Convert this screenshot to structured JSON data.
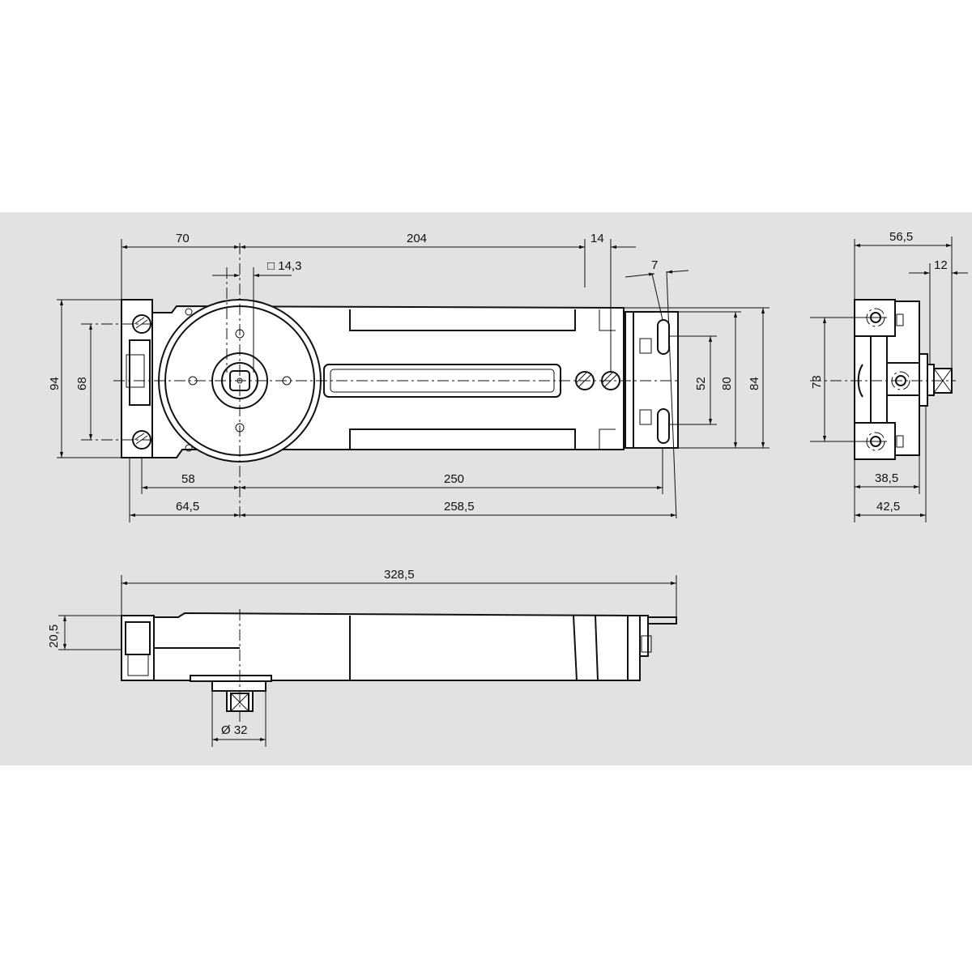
{
  "top_view": {
    "dims": {
      "d70": "70",
      "d204": "204",
      "d14": "14",
      "sq": "□ 14,3",
      "d7": "7",
      "d94": "94",
      "d68": "68",
      "d52": "52",
      "d80": "80",
      "d84": "84",
      "d58": "58",
      "d250": "250",
      "d64_5": "64,5",
      "d258_5": "258,5"
    }
  },
  "side_view": {
    "dims": {
      "d56_5": "56,5",
      "d12": "12",
      "d73": "73",
      "d38_5": "38,5",
      "d42_5": "42,5"
    }
  },
  "front_view": {
    "dims": {
      "d328_5": "328,5",
      "d20_5": "20,5",
      "dia32": "Ø 32"
    }
  }
}
